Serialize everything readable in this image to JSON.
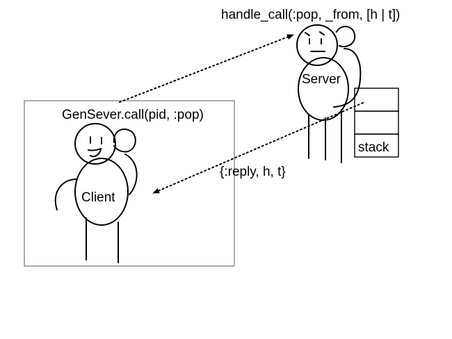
{
  "labels": {
    "server_call": "handle_call(:pop, _from, [h | t])",
    "client_call": "GenSever.call(pid, :pop)",
    "reply": "{:reply, h, t}",
    "server": "Server",
    "client": "Client",
    "stack": "stack"
  },
  "colors": {
    "ink": "#000000",
    "frame": "#888888",
    "background": "#ffffff"
  }
}
